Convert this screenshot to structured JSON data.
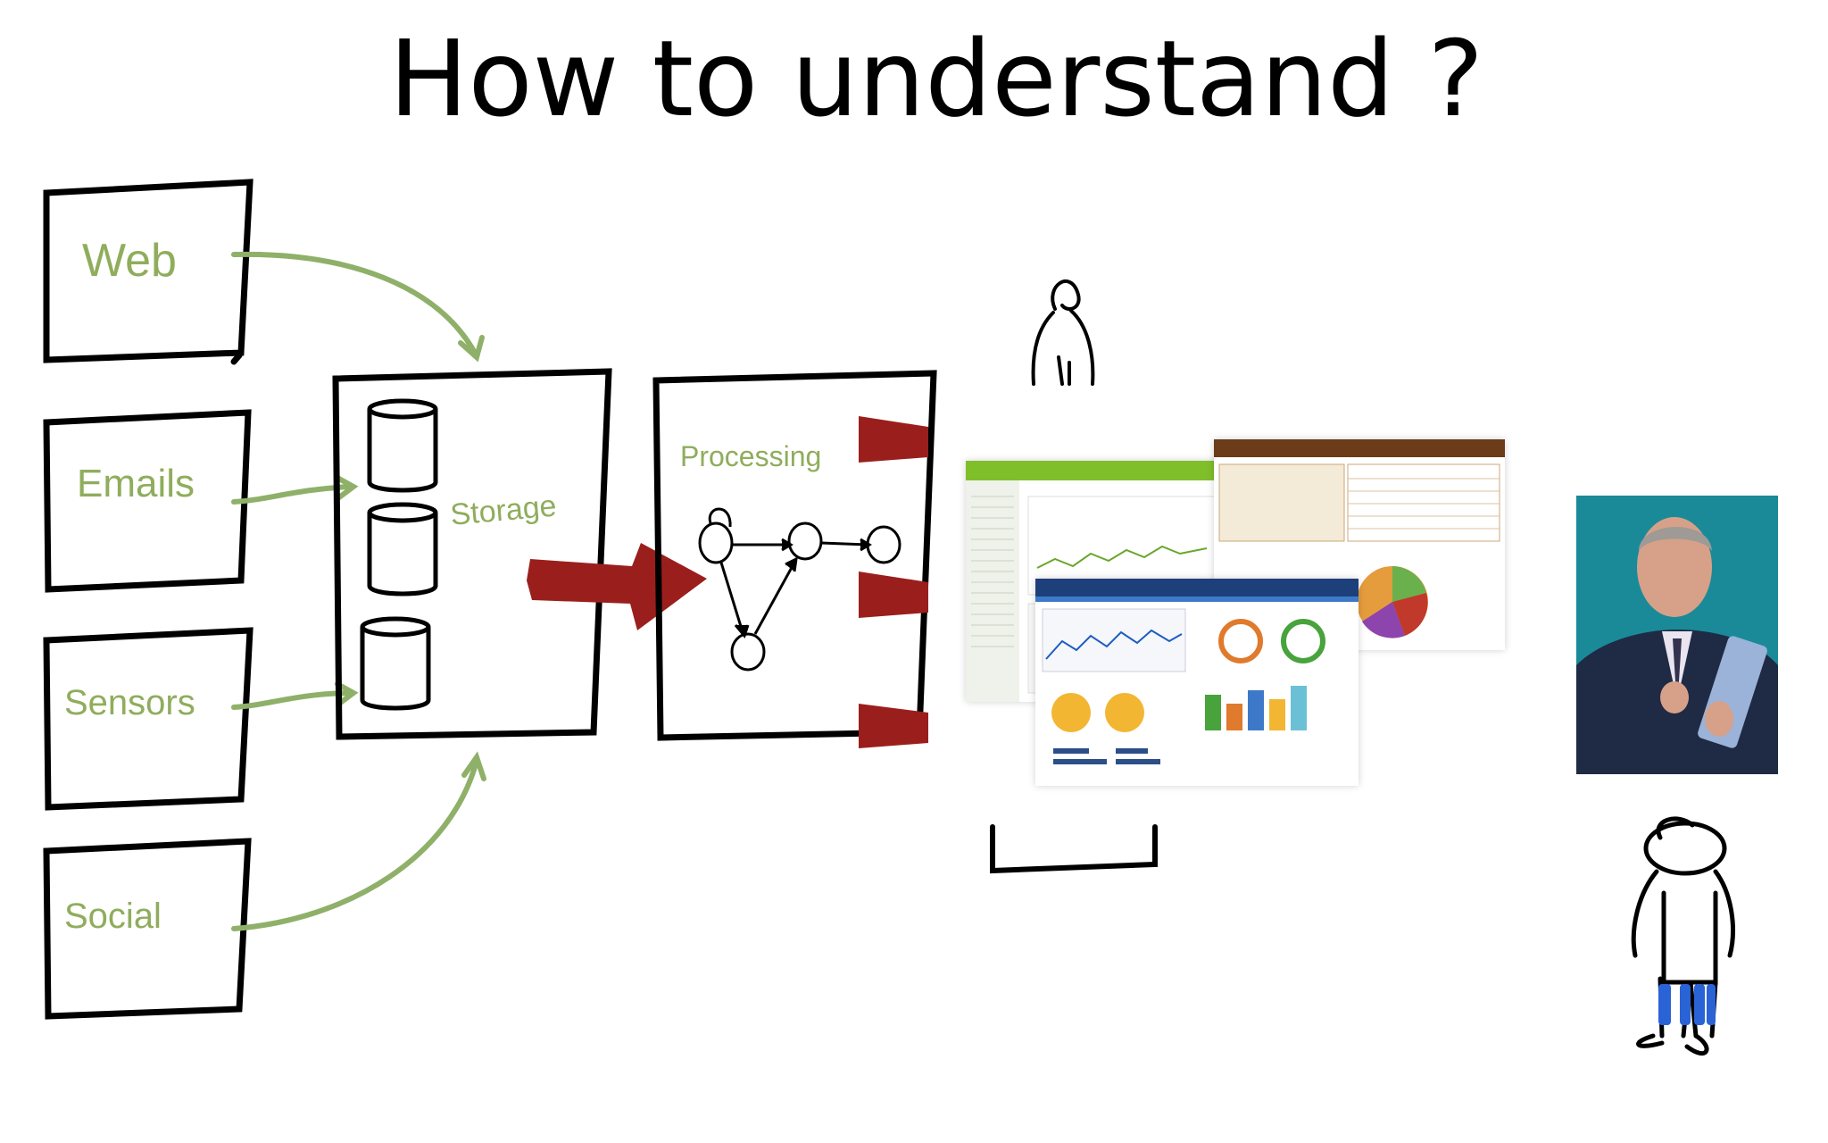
{
  "title": "How to understand ?",
  "sources": [
    {
      "label": "Web"
    },
    {
      "label": "Emails"
    },
    {
      "label": "Sensors"
    },
    {
      "label": "Social"
    }
  ],
  "storage": {
    "label": "Storage"
  },
  "processing": {
    "label": "Processing"
  },
  "colors": {
    "label_green": "#8fad5c",
    "arrow_green": "#8fb069",
    "arrow_red": "#9a1f1c",
    "ink": "#000000",
    "jeans_blue": "#2a63d6"
  },
  "icons": [
    "person-sketch-icon",
    "person-sketch-full-icon",
    "dashboard-screenshot",
    "executive-photo"
  ]
}
